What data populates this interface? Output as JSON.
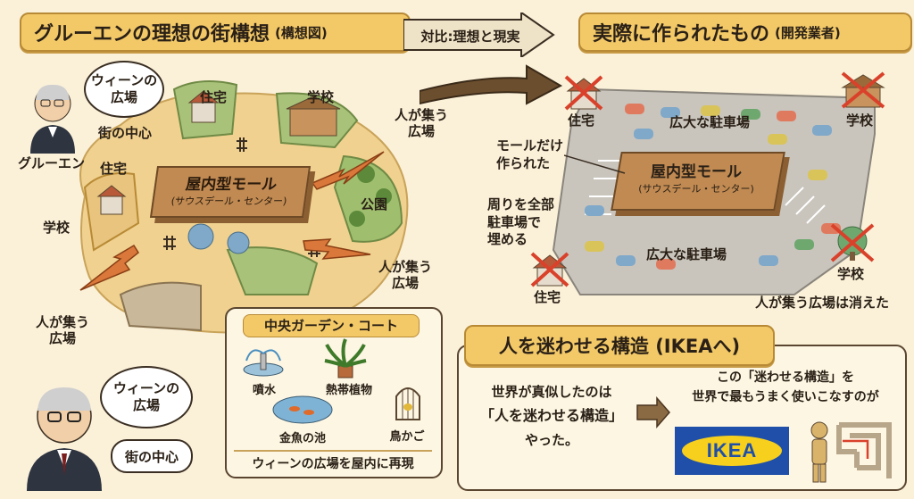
{
  "left": {
    "title_main": "グルーエンの理想の街構想",
    "title_sub": "(構想図)",
    "bubble_top": [
      "ウィーンの",
      "広場"
    ],
    "center_label_top": "街の中心",
    "person_label": "グルーエン",
    "labels": {
      "house_top": "住宅",
      "school_top": "学校",
      "house_left": "住宅",
      "school_left": "学校",
      "park": "公園",
      "plaza_top_right": [
        "人が集う",
        "広場"
      ],
      "plaza_right": [
        "人が集う",
        "広場"
      ],
      "plaza_bottom_left": [
        "人が集う",
        "広場"
      ]
    },
    "mall": {
      "name": "屋内型モール",
      "sub": "(サウスデール・センター)"
    },
    "bubble_bottom": [
      "ウィーンの",
      "広場"
    ],
    "center_label_bottom": "街の中心",
    "garden": {
      "title": "中央ガーデン・コート",
      "items": [
        "噴水",
        "熱帯植物",
        "金魚の池",
        "鳥かご"
      ],
      "footer": "ウィーンの広場を屋内に再現"
    }
  },
  "middle": {
    "compare": "対比:理想と現実"
  },
  "right": {
    "title_main": "実際に作られたもの",
    "title_sub": "(開発業者)",
    "labels": {
      "house_top": "住宅",
      "school_top": "学校",
      "house_bottom": "住宅",
      "school_bottom": "学校",
      "parking_top": "広大な駐車場",
      "parking_bottom": "広大な駐車場",
      "only_mall": [
        "モールだけ",
        "作られた"
      ],
      "surround": [
        "周りを全部",
        "駐車場で",
        "埋める"
      ],
      "plaza_gone": "人が集う広場は消えた"
    },
    "mall": {
      "name": "屋内型モール",
      "sub": "(サウスデール・センター)"
    }
  },
  "bottom_right": {
    "title": "人を迷わせる構造 (IKEAへ)",
    "left_text": [
      "世界が真似したのは",
      "「人を迷わせる構造」",
      "やった。"
    ],
    "right_text": [
      "この「迷わせる構造」を",
      "世界で最もうまく使いこなすのが"
    ],
    "logo": "IKEA",
    "colors": {
      "ikea_blue": "#1f4fa8",
      "ikea_yellow": "#f7cf1d"
    }
  }
}
